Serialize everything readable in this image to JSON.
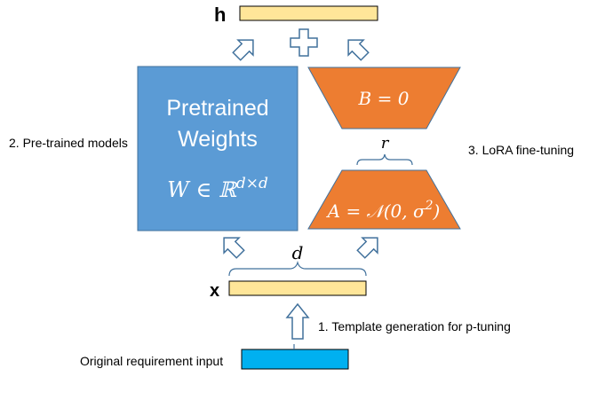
{
  "diagram": {
    "output_label": "h",
    "input_label": "x",
    "pretrained": {
      "line1": "Pretrained",
      "line2": "Weights",
      "formula_base": "W ∈ ℝ",
      "formula_sup": "d×d",
      "color": "#5b9bd5"
    },
    "lora_b": {
      "text": "B = 0",
      "color": "#ed7d31"
    },
    "lora_a": {
      "text_main": "A = 𝒩(0, σ",
      "text_sup": "2",
      "text_end": ")",
      "color": "#ed7d31"
    },
    "rank_label": "r",
    "dim_label": "d",
    "side_labels": {
      "pretrained_models": "2. Pre-trained models",
      "lora_finetuning": "3. LoRA fine-tuning",
      "template_generation": "1. Template generation for p-tuning",
      "original_input": "Original requirement input"
    },
    "colors": {
      "vector_fill": "#ffe699",
      "input_fill": "#00b0f0",
      "arrow_stroke": "#41719c"
    }
  }
}
